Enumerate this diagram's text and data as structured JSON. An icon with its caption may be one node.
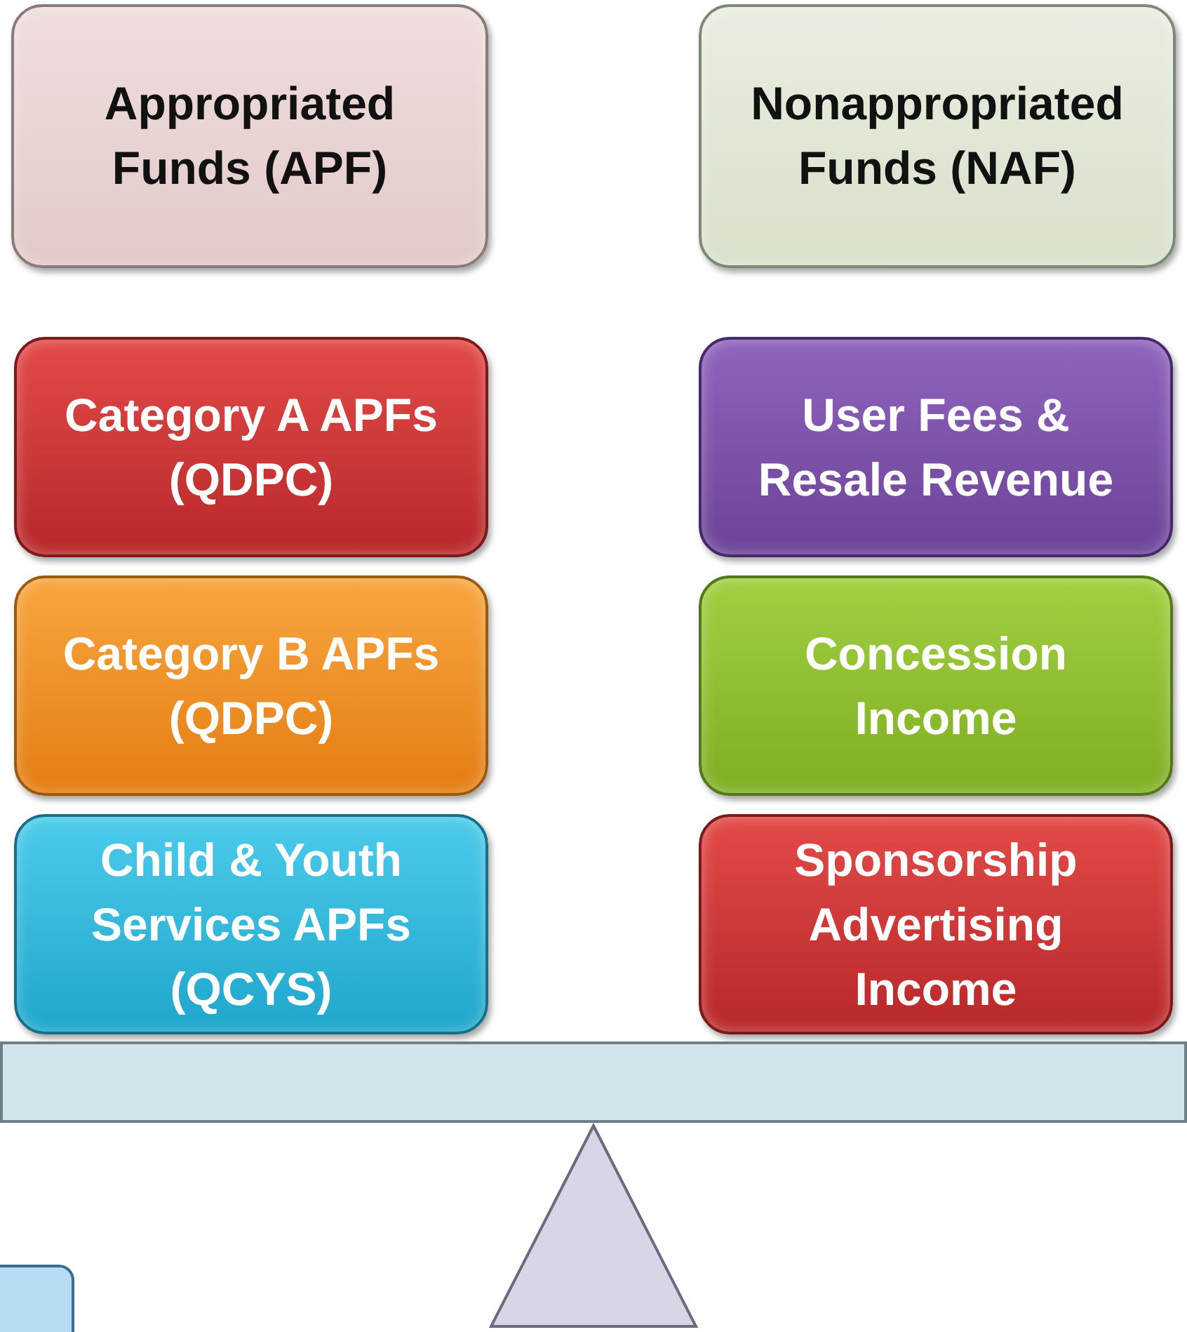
{
  "diagram": {
    "nodes": [
      {
        "text": [
          "Appropriated Funds (APF)"
        ]
      },
      {
        "text": [
          "Nonappropriated Funds (NAF)"
        ]
      },
      {
        "text": [
          "Category A APFs (QDPC)"
        ]
      },
      {
        "text": [
          "Category B APFs (QDPC)"
        ]
      },
      {
        "text": [
          "Child & Youth Services APFs (QCYS)"
        ]
      },
      {
        "text": [
          "User Fees & Resale Revenue"
        ]
      },
      {
        "text": [
          "Concession Income"
        ]
      },
      {
        "text": [
          "Sponsorship Advertising Income"
        ]
      },
      {
        "text": [],
        "shape": "bar"
      },
      {
        "text": [],
        "shape": "triangle"
      },
      {
        "text": [],
        "shape": "box"
      }
    ]
  }
}
